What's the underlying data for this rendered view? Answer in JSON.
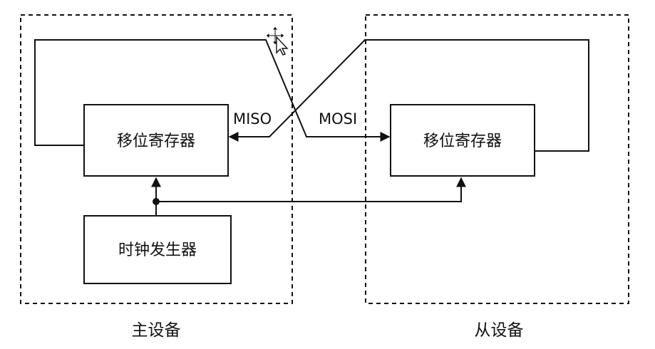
{
  "master": {
    "caption": "主设备",
    "shift_register": "移位寄存器",
    "clock_generator": "时钟发生器"
  },
  "slave": {
    "caption": "从设备",
    "shift_register": "移位寄存器"
  },
  "signals": {
    "miso": "MISO",
    "mosi": "MOSI"
  },
  "colors": {
    "line": "#111111",
    "background": "#ffffff"
  },
  "cursor_icon": "move-cursor-icon"
}
